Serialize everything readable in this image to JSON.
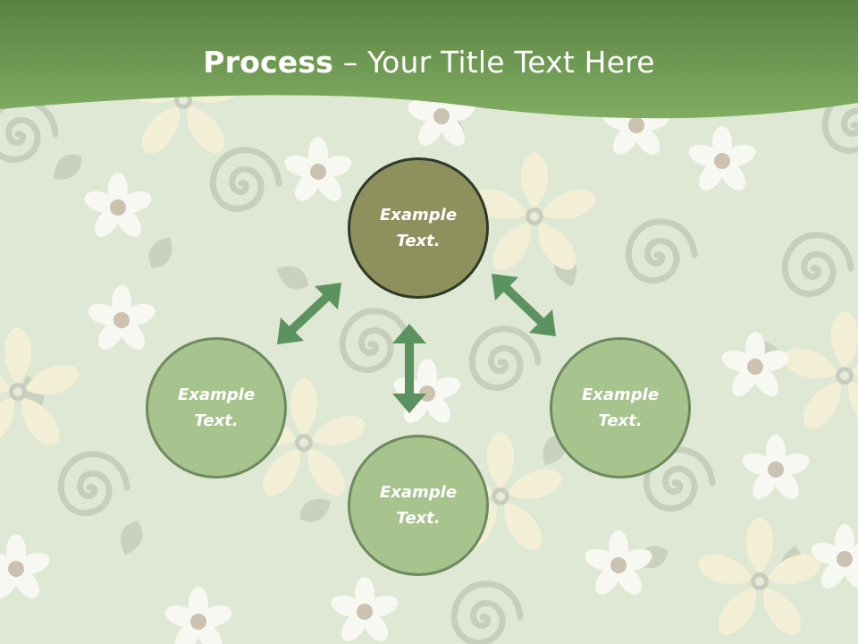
{
  "header": {
    "title_bold": "Process",
    "title_rest": " – Your Title Text Here"
  },
  "diagram": {
    "type": "cycle",
    "nodes": [
      {
        "id": "top",
        "label": "Example Text."
      },
      {
        "id": "left",
        "label": "Example Text."
      },
      {
        "id": "right",
        "label": "Example Text."
      },
      {
        "id": "bottom",
        "label": "Example Text."
      }
    ],
    "connectors": [
      {
        "from": "top",
        "to": "left",
        "style": "double-arrow"
      },
      {
        "from": "top",
        "to": "right",
        "style": "double-arrow"
      },
      {
        "from": "top",
        "to": "bottom",
        "style": "double-arrow"
      }
    ]
  },
  "colors": {
    "header_green": "#6e9e4f",
    "background": "#dfe8d4",
    "node_dark": "#8e905e",
    "node_light": "#a7c38e",
    "arrow": "#5c9160"
  }
}
